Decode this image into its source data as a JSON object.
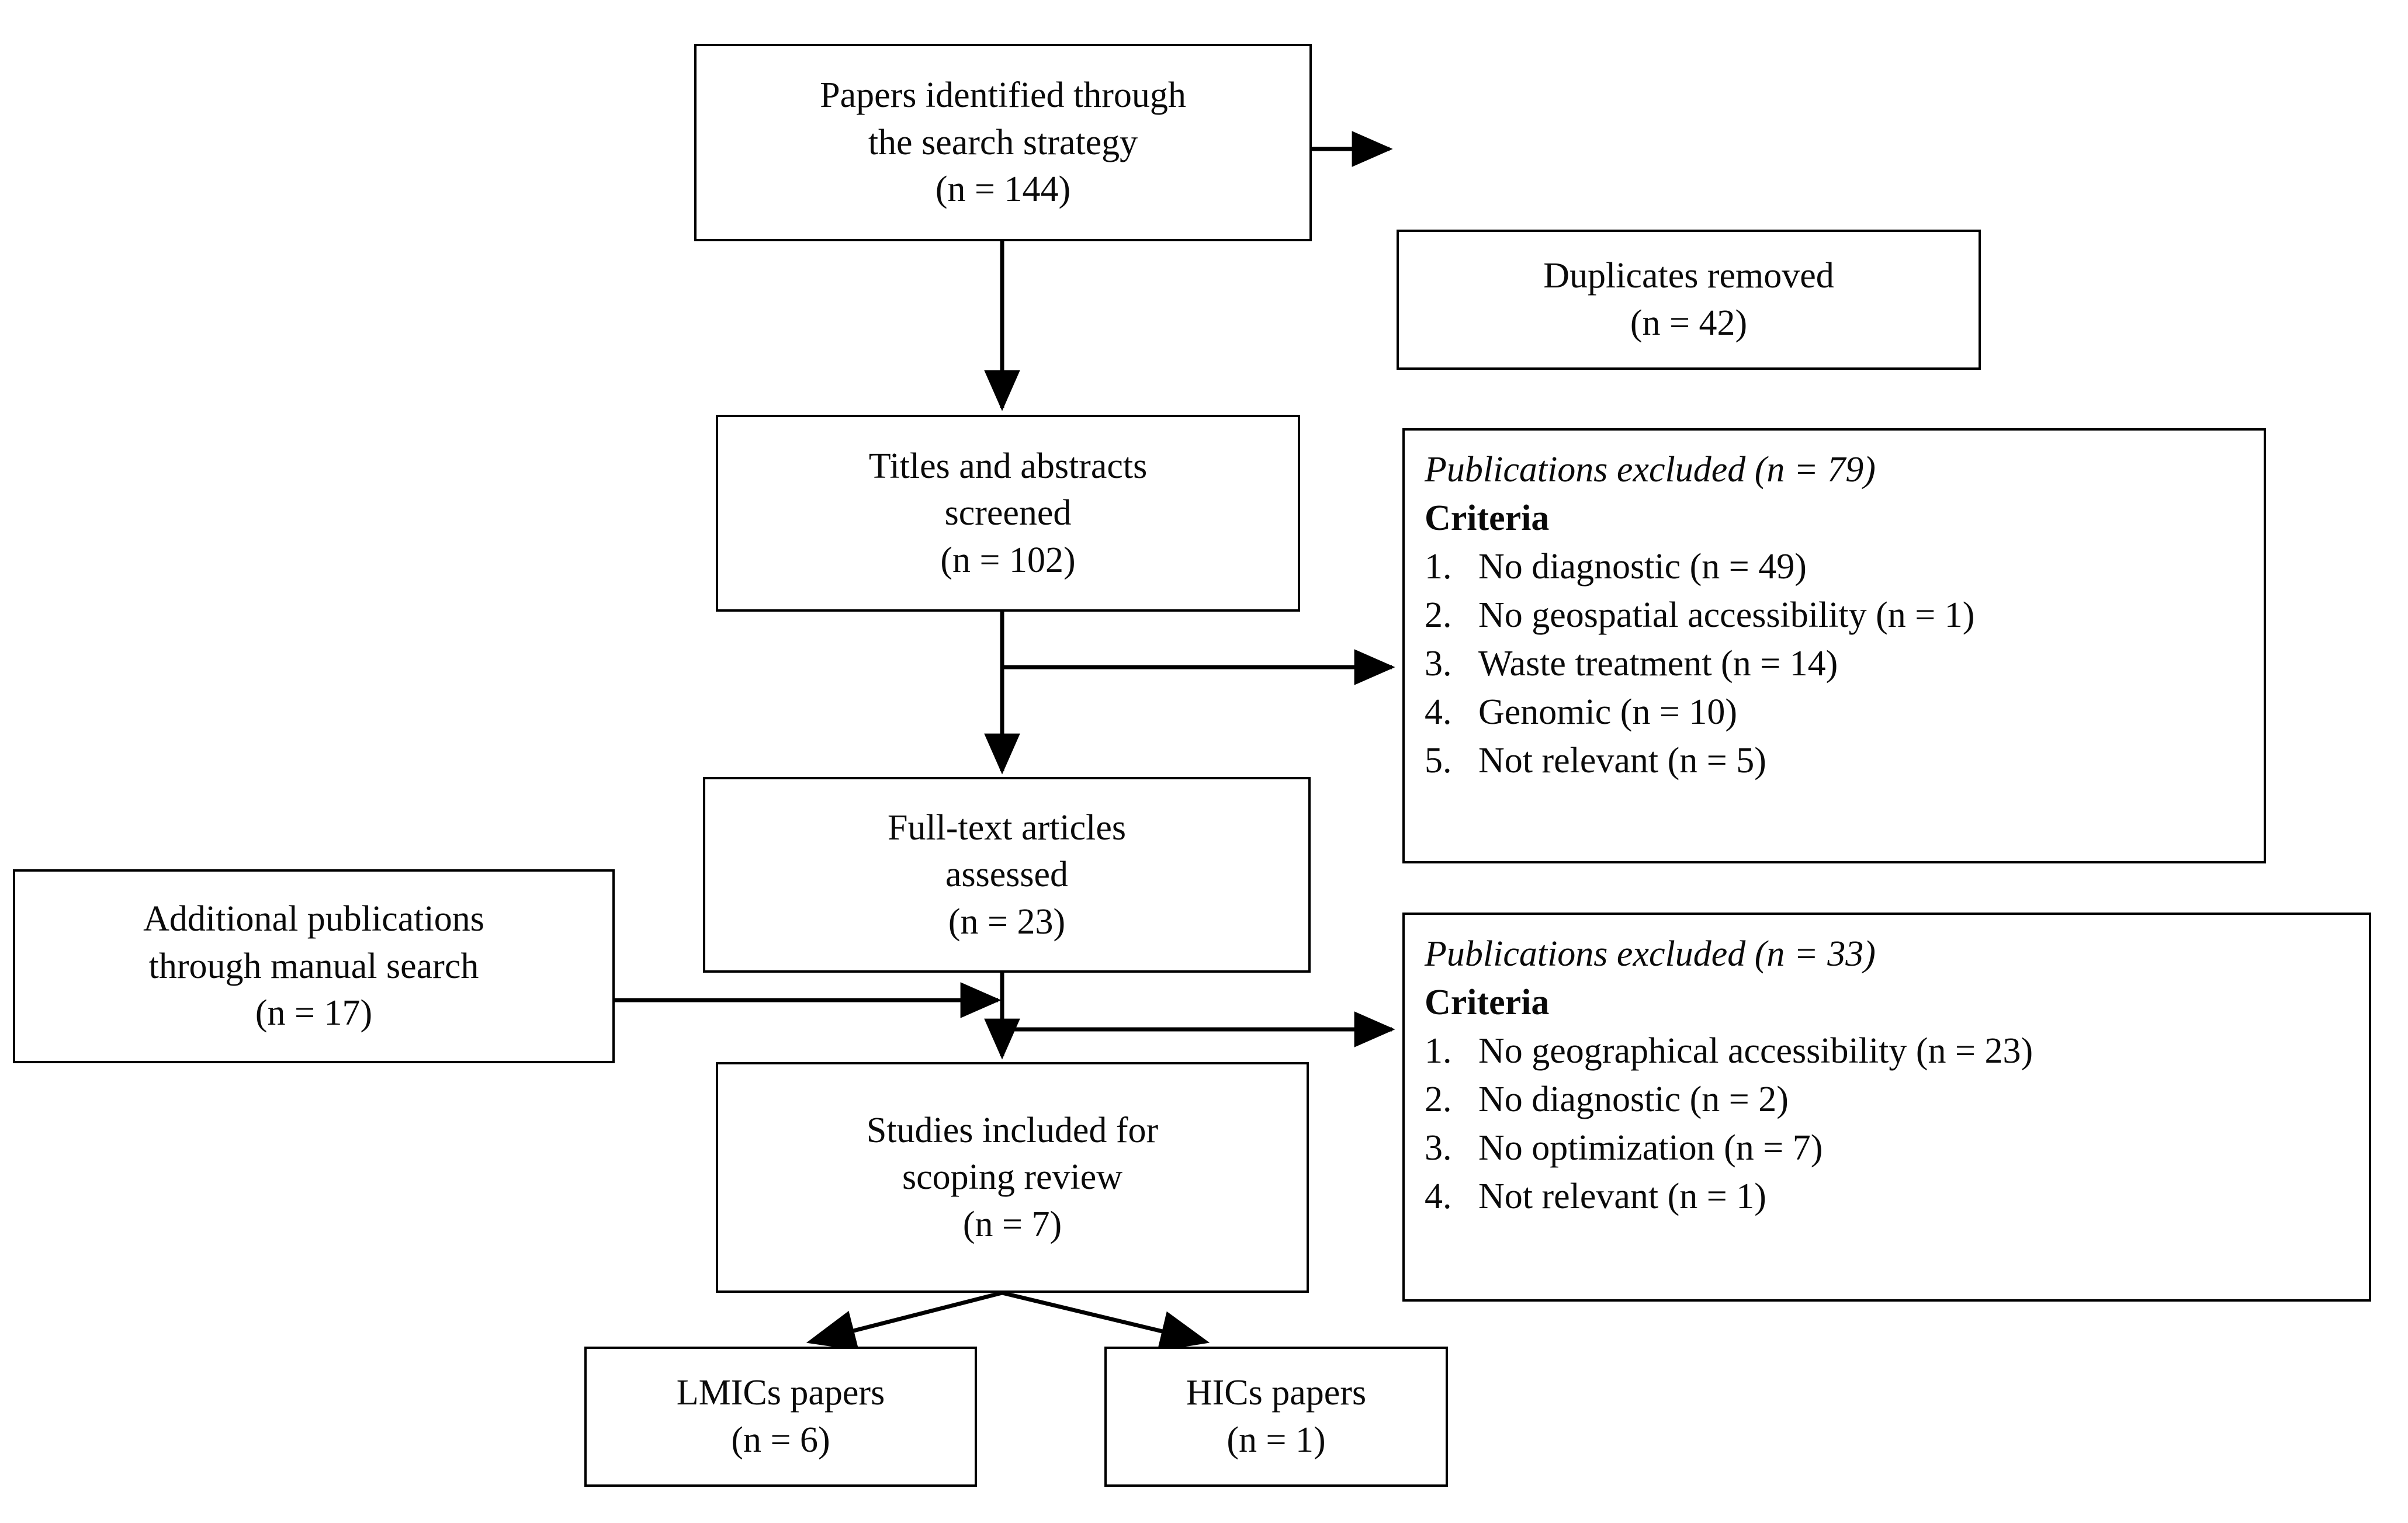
{
  "diagram": {
    "type": "prisma-flow-diagram",
    "title": "PRISMA scoping review flow diagram",
    "nodes": {
      "identified": {
        "lines": [
          "Papers identified through",
          "the search strategy",
          "(n = 144)"
        ],
        "count": 144
      },
      "duplicates": {
        "lines": [
          "Duplicates removed",
          "(n = 42)"
        ],
        "count": 42
      },
      "screened": {
        "lines": [
          "Titles and abstracts",
          "screened",
          "(n = 102)"
        ],
        "count": 102
      },
      "fulltext": {
        "lines": [
          "Full-text articles",
          "assessed",
          "(n = 23)"
        ],
        "count": 23
      },
      "manual": {
        "lines": [
          "Additional publications",
          "through manual search",
          "(n = 17)"
        ],
        "count": 17
      },
      "included": {
        "lines": [
          "Studies included for",
          "scoping review",
          "(n = 7)"
        ],
        "count": 7
      },
      "lmics": {
        "lines": [
          "LMICs papers",
          "(n = 6)"
        ],
        "count": 6
      },
      "hics": {
        "lines": [
          "HICs papers",
          "(n = 1)"
        ],
        "count": 1
      }
    },
    "excluded_screening": {
      "heading": "Publications excluded (n = 79)",
      "subheading": "Criteria",
      "total": 79,
      "items": [
        {
          "num": "1.",
          "text": "No diagnostic (n = 49)",
          "n": 49
        },
        {
          "num": "2.",
          "text": "No geospatial accessibility (n = 1)",
          "n": 1
        },
        {
          "num": "3.",
          "text": "Waste treatment (n = 14)",
          "n": 14
        },
        {
          "num": "4.",
          "text": "Genomic (n = 10)",
          "n": 10
        },
        {
          "num": "5.",
          "text": "Not relevant (n = 5)",
          "n": 5
        }
      ]
    },
    "excluded_eligibility": {
      "heading": "Publications excluded (n = 33)",
      "subheading": "Criteria",
      "total": 33,
      "items": [
        {
          "num": "1.",
          "text": "No geographical accessibility (n = 23)",
          "n": 23
        },
        {
          "num": "2.",
          "text": "No diagnostic (n = 2)",
          "n": 2
        },
        {
          "num": "3.",
          "text": "No optimization (n = 7)",
          "n": 7
        },
        {
          "num": "4.",
          "text": "Not relevant (n = 1)",
          "n": 1
        }
      ]
    },
    "colors": {
      "stroke": "#000000",
      "background": "#ffffff",
      "text": "#0a0a0a"
    }
  }
}
